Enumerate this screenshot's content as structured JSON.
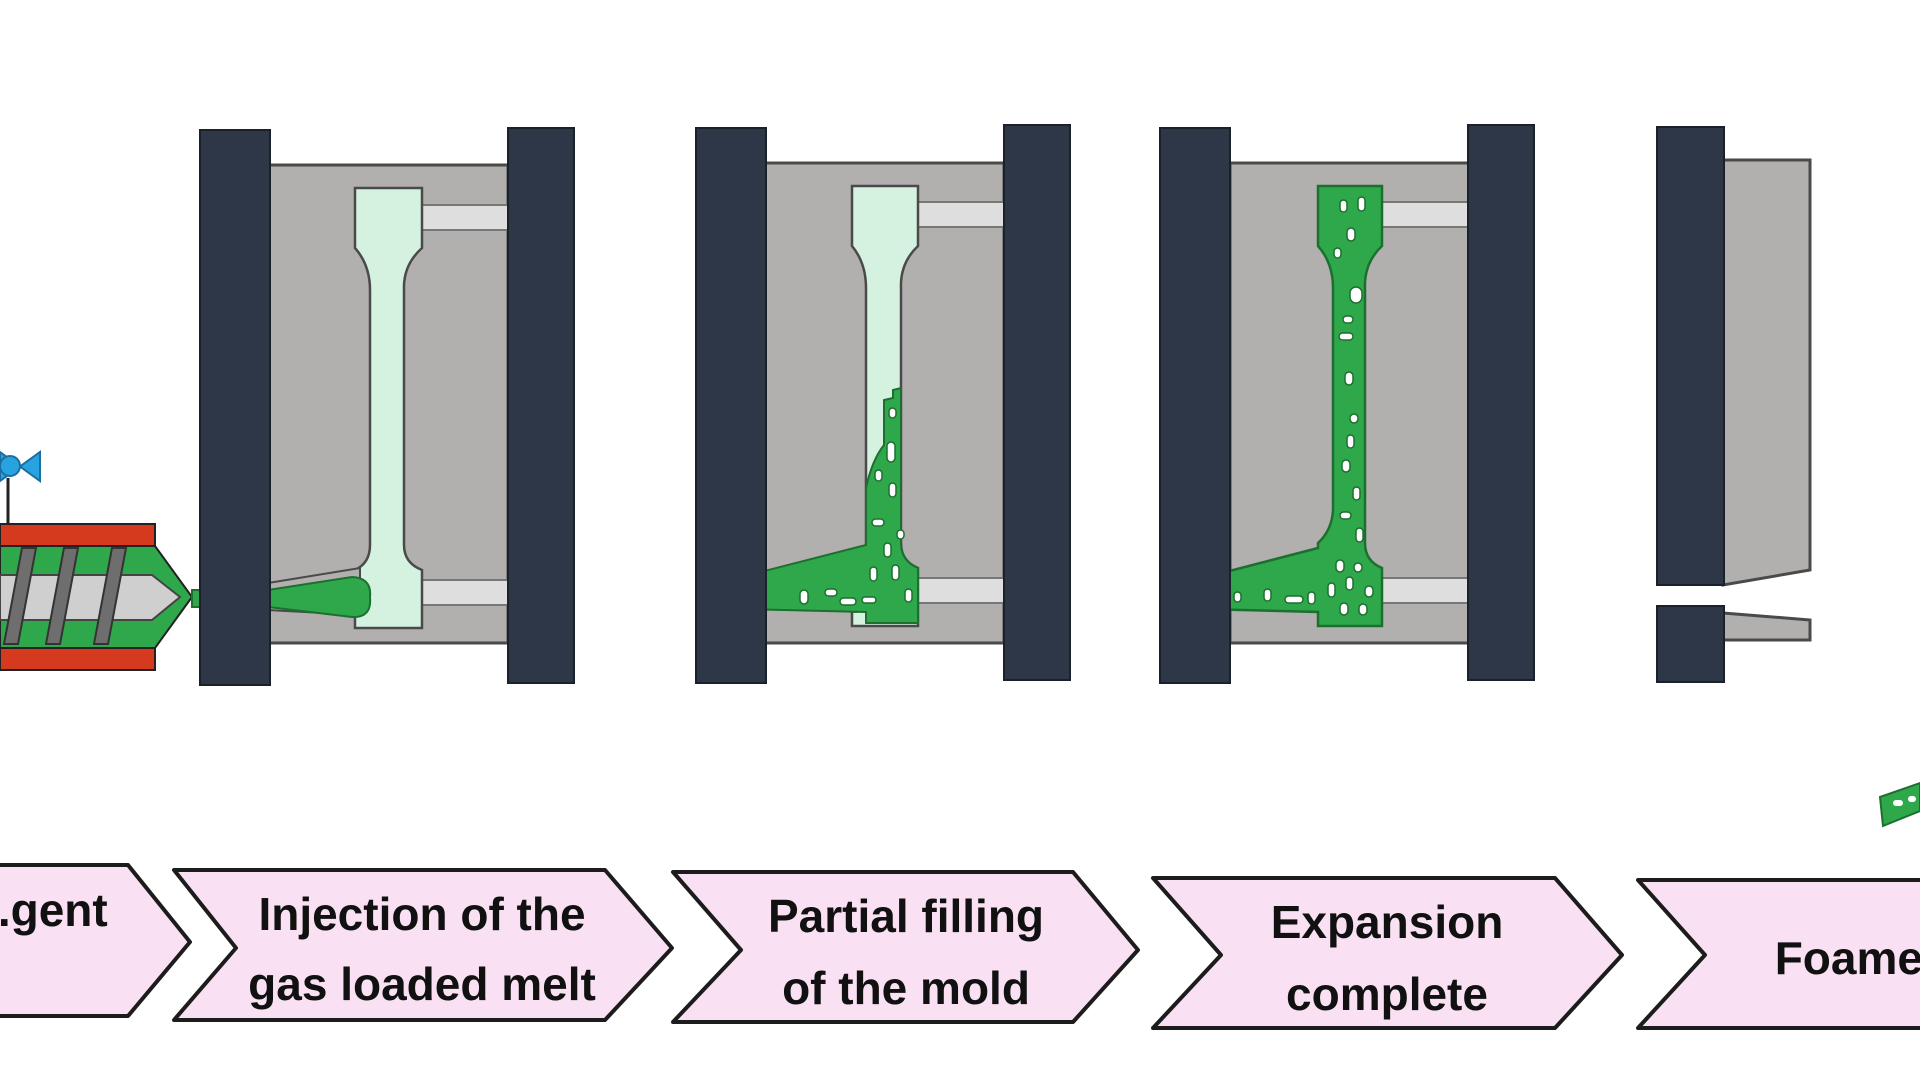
{
  "diagram": {
    "steps": [
      {
        "label_lines": [
          "...gent"
        ]
      },
      {
        "label_lines": [
          "Injection of the",
          "gas loaded melt"
        ]
      },
      {
        "label_lines": [
          "Partial filling",
          "of the mold"
        ]
      },
      {
        "label_lines": [
          "Expansion",
          "complete"
        ]
      },
      {
        "label_lines": [
          "Foame..."
        ]
      }
    ]
  },
  "colors": {
    "clamp_plate": "#2d3747",
    "mold_gray": "#b2b0ae",
    "mold_edge": "#4a4a4a",
    "rail": "#dedede",
    "melt_light": "#d4f2df",
    "melt_green": "#2ea84a",
    "barrel_red": "#d53a1e",
    "valve_blue": "#29a3e0",
    "chevron_fill": "#f9e1f3",
    "chevron_stroke": "#1c1c1c",
    "bubble": "#ffffff"
  },
  "icons": {
    "valve": "valve-icon",
    "screw": "extruder-screw-icon"
  }
}
